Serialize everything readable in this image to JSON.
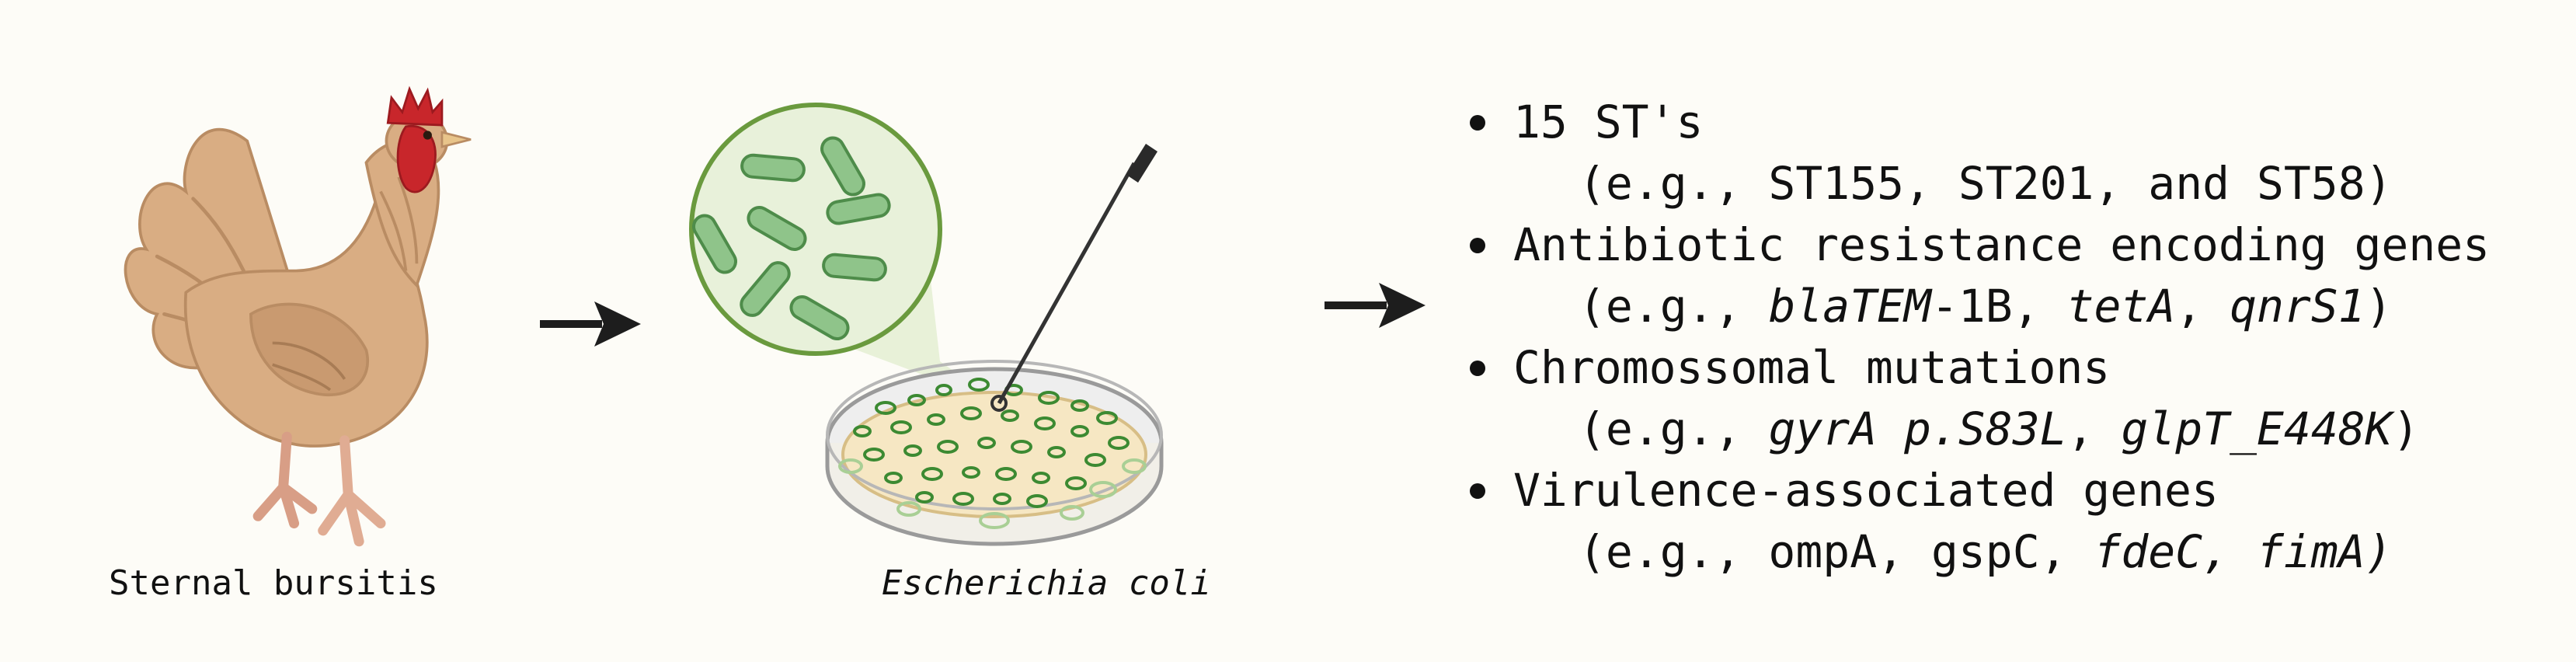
{
  "captions": {
    "source": "Sternal bursitis",
    "organism": "Escherichia coli"
  },
  "findings": [
    {
      "title": "15 ST's",
      "example": [
        {
          "text": "(e.g., ST155, ST201, and ST58)",
          "italic": false
        }
      ]
    },
    {
      "title": "Antibiotic resistance encoding genes",
      "example": [
        {
          "text": "(e.g., ",
          "italic": false
        },
        {
          "text": "blaTEM",
          "italic": true
        },
        {
          "text": "-1B, ",
          "italic": false
        },
        {
          "text": "tetA",
          "italic": true
        },
        {
          "text": ", ",
          "italic": false
        },
        {
          "text": "qnrS1",
          "italic": true
        },
        {
          "text": ")",
          "italic": false
        }
      ]
    },
    {
      "title": "Chromossomal mutations",
      "example": [
        {
          "text": "(e.g., ",
          "italic": false
        },
        {
          "text": "gyrA p.S83L",
          "italic": true
        },
        {
          "text": ", ",
          "italic": false
        },
        {
          "text": "glpT_E448K",
          "italic": true
        },
        {
          "text": ")",
          "italic": false
        }
      ]
    },
    {
      "title": "Virulence-associated genes",
      "example": [
        {
          "text": "(e.g., ompA, gspC, ",
          "italic": false
        },
        {
          "text": "fdeC, fimA)",
          "italic": true
        }
      ]
    }
  ],
  "colors": {
    "background": "#fdfcf7",
    "chicken_body": "#d9ad83",
    "chicken_shadow": "#b98c63",
    "comb": "#c8262b",
    "bacteria": "#8fc48a",
    "bacteria_stroke": "#4e8c4a",
    "magnifier_fill": "#e8f1da",
    "magnifier_stroke": "#6a9a3e",
    "dish_stroke": "#9a9a9a",
    "agar": "#f6e7c3",
    "colony": "#3c8a32",
    "arrow": "#1d1d1d"
  },
  "icons": {
    "source": "chicken-illustration",
    "sampling": "petri-dish-with-loop",
    "magnifier": "magnified-bacteria",
    "arrows": "right-arrow"
  }
}
